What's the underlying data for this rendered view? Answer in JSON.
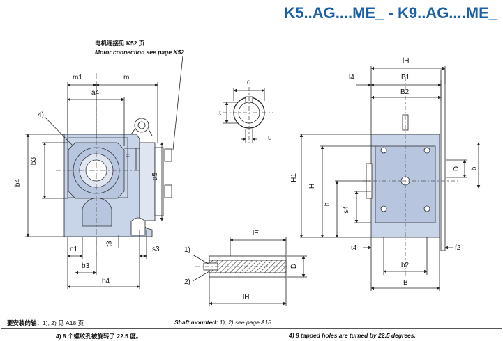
{
  "title": "K5..AG....ME_ - K9..AG....ME_",
  "motor_note": {
    "zh": "电机连接见 K52 页",
    "en": "Motor connection see page K52"
  },
  "labels": {
    "m1": "m1",
    "m": "m",
    "a4": "a4",
    "n4": "4)",
    "b3": "b3",
    "b4": "b4",
    "n": "n",
    "a5": "a5",
    "t3": "t3",
    "n1": "n1",
    "s3": "s3",
    "b3_bottom": "b3",
    "b4_bottom": "b4",
    "d": "d",
    "t": "t",
    "u": "u",
    "l4": "l4",
    "B1": "B1",
    "B2": "B2",
    "lH_top": "lH",
    "H1": "H1",
    "H": "H",
    "h": "h",
    "s4": "s4",
    "D": "D",
    "b": "b",
    "t4": "t4",
    "f2": "f2",
    "b2": "b2",
    "B": "B",
    "lE": "lE",
    "lH_bottom": "lH",
    "D_shaft": "D",
    "note1": "1)",
    "note2": "2)"
  },
  "footer": {
    "shaft_zh_bold": "要安装的轴：",
    "shaft_zh_rest": "1), 2) 见 A18 页",
    "shaft_en_bold": "Shaft mounted:",
    "shaft_en_rest": " 1), 2) see page A18",
    "tapped_zh": "4) 8 个螺纹孔被旋转了 22.5 度。",
    "tapped_en": "4) 8 tapped holes are turned by 22.5 degrees."
  },
  "colors": {
    "title": "#1a5fa8",
    "housing_fill": "#c8d4e8",
    "line": "#222222"
  }
}
